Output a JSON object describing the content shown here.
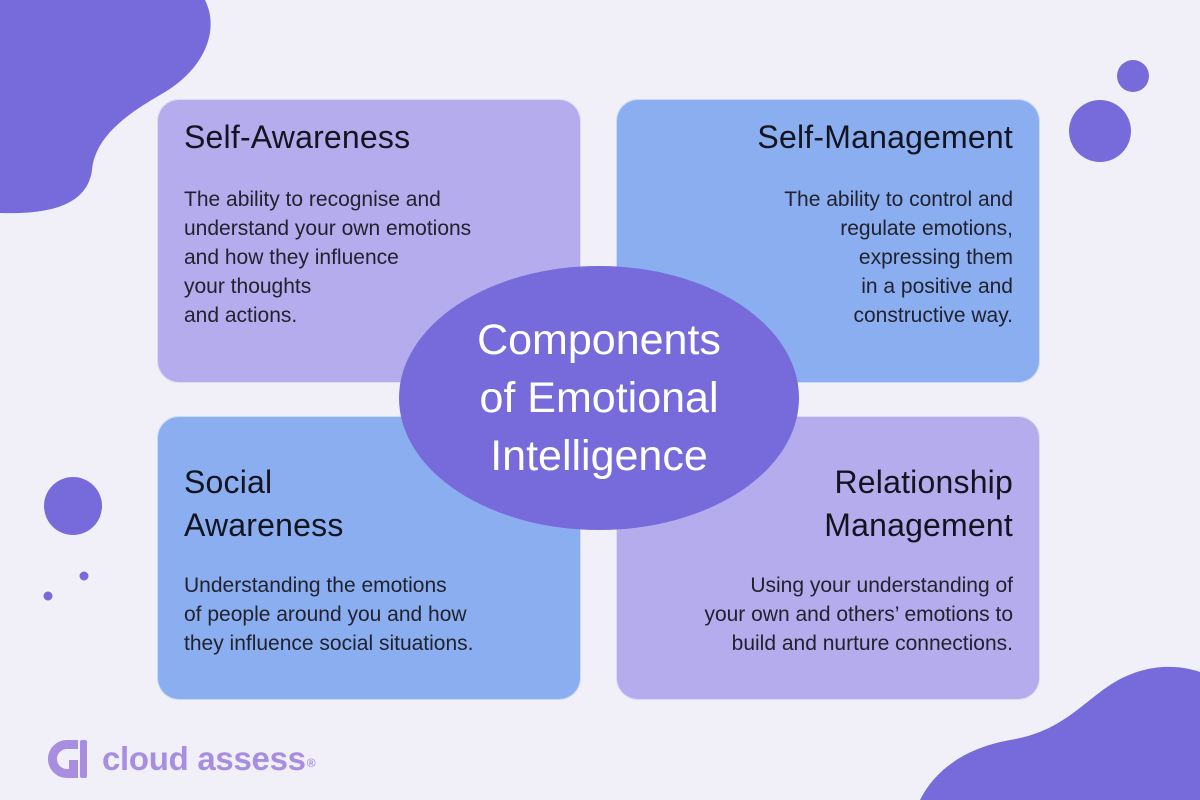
{
  "colors": {
    "background": "#f1f0f8",
    "accent": "#776bdc",
    "card_lavender": "#b4acec",
    "card_blue": "#8aaef0",
    "center": "#776bdc",
    "logo": "#a88ee0"
  },
  "center": {
    "title": "Components\nof Emotional\nIntelligence"
  },
  "cards": {
    "self_awareness": {
      "title": "Self-Awareness",
      "description": "The ability to recognise and\nunderstand your own emotions\nand how they influence\nyour thoughts\nand actions."
    },
    "self_management": {
      "title": "Self-Management",
      "description": "The ability to control and\nregulate emotions,\nexpressing them\nin a positive and\nconstructive way."
    },
    "social_awareness": {
      "title": "Social\nAwareness",
      "description": "Understanding the emotions\nof people around you and how\nthey influence social situations."
    },
    "relationship_management": {
      "title": "Relationship\nManagement",
      "description": "Using your understanding of\nyour own and others’ emotions to\nbuild and nurture connections."
    }
  },
  "brand": {
    "name": "cloud assess",
    "registered_mark": "®",
    "logo_icon": "cloud-assess-logo-icon"
  }
}
